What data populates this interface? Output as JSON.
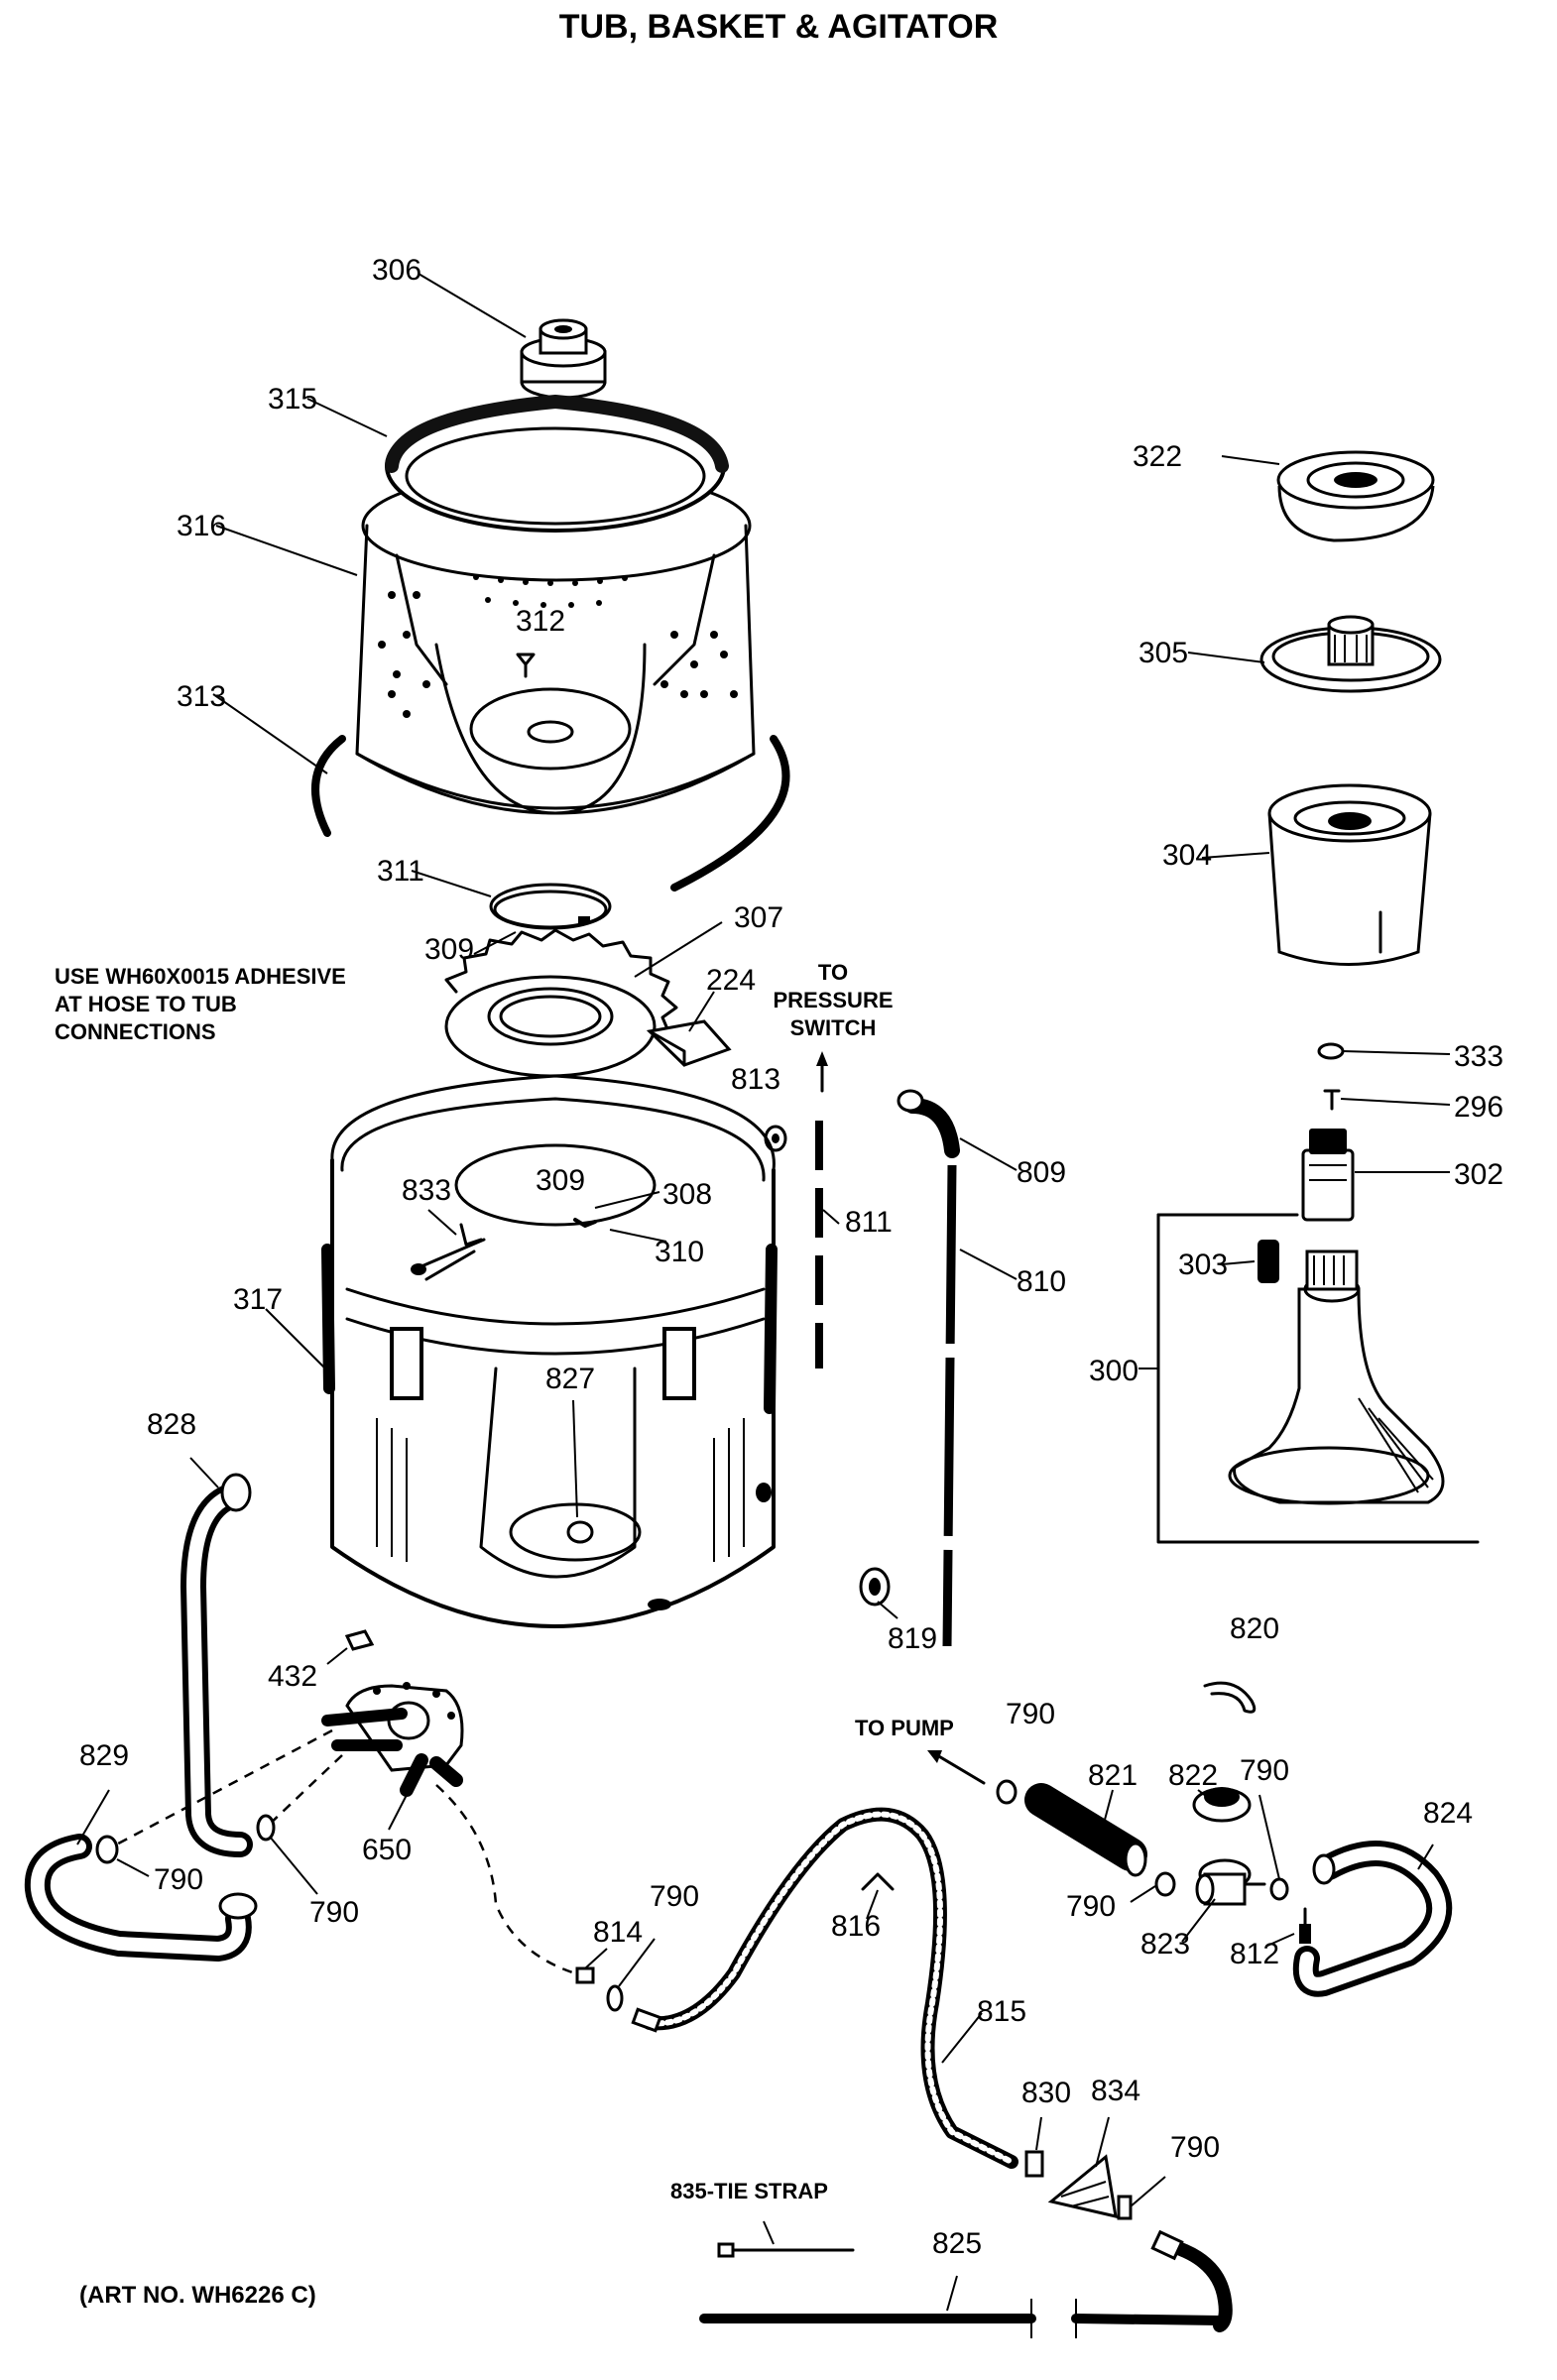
{
  "title": "TUB, BASKET & AGITATOR",
  "notes": {
    "adhesive_line1": "USE WH60X0015 ADHESIVE",
    "adhesive_line2": "AT HOSE TO TUB",
    "adhesive_line3": "CONNECTIONS",
    "pressure_line1": "TO",
    "pressure_line2": "PRESSURE",
    "pressure_line3": "SWITCH",
    "to_pump": "TO PUMP",
    "tie_strap": "835-TIE STRAP",
    "art_no": "(ART NO. WH6226 C)"
  },
  "labels": {
    "p306": "306",
    "p315": "315",
    "p316": "316",
    "p312": "312",
    "p313": "313",
    "p311": "311",
    "p309a": "309",
    "p307": "307",
    "p224": "224",
    "p813": "813",
    "p322": "322",
    "p305": "305",
    "p304": "304",
    "p333": "333",
    "p296": "296",
    "p302": "302",
    "p303": "303",
    "p300": "300",
    "p833": "833",
    "p309b": "309",
    "p308": "308",
    "p310": "310",
    "p811": "811",
    "p809": "809",
    "p810": "810",
    "p317": "317",
    "p827": "827",
    "p828": "828",
    "p819": "819",
    "p820": "820",
    "p432": "432",
    "p829": "829",
    "p790a": "790",
    "p790b": "790",
    "p650": "650",
    "p790c": "790",
    "p821": "821",
    "p822": "822",
    "p790d": "790",
    "p824": "824",
    "p790e": "790",
    "p823": "823",
    "p812": "812",
    "p814": "814",
    "p790f": "790",
    "p816": "816",
    "p815": "815",
    "p830": "830",
    "p834": "834",
    "p790g": "790",
    "p825": "825"
  },
  "icons": {
    "arrow_up": "arrow-up-icon",
    "arrow_left": "arrow-left-icon"
  }
}
